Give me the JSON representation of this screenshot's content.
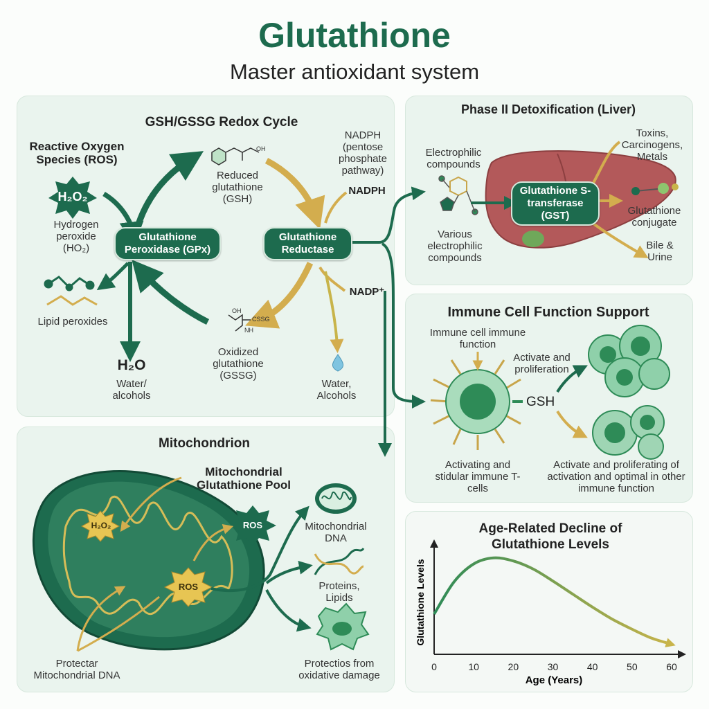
{
  "header": {
    "title": "Glutathione",
    "subtitle": "Master antioxidant system"
  },
  "redox": {
    "title": "GSH/GSSG Redox Cycle",
    "ros_title": "Reactive Oxygen Species (ROS)",
    "h2o2_badge": "H₂O₂",
    "hydrogen_peroxide": "Hydrogen peroxide (HO₂)",
    "lipid_peroxides": "Lipid peroxides",
    "gpx": "Glutathione Peroxidase (GPx)",
    "gsh": "Reduced glutathione (GSH)",
    "gssg": "Oxidized glutathione (GSSG)",
    "gr": "Glutathione Reductase",
    "nadph_note": "NADPH (pentose phosphate pathway)",
    "nadph": "NADPH",
    "nadp": "NADP⁺",
    "h2o": "H₂O",
    "water_alcohols_left": "Water/ alcohols",
    "water_alcohols_right": "Water, Alcohols",
    "gssg_struct_label": "CSSG",
    "gssg_oh": "OH",
    "gssg_nh": "NH",
    "gsh_oh": "OH"
  },
  "detox": {
    "title": "Phase II Detoxification (Liver)",
    "electrophilic": "Electrophilic compounds",
    "various": "Various electrophilic compounds",
    "gst": "Glutathione S-transferase (GST)",
    "toxins": "Toxins, Carcinogens, Metals",
    "conjugate": "Glutathione conjugate",
    "bile": "Bile & Urine"
  },
  "immune": {
    "title": "Immune Cell Function Support",
    "immune_cell": "Immune cell immune function",
    "activate": "Activate and proliferation",
    "gsh": "GSH",
    "activating": "Activating and stidular immune T-cells",
    "activate_prolif": "Activate and proliferating of activation and optimal in other immune function"
  },
  "mito": {
    "title": "Mitochondrion",
    "pool": "Mitochondrial Glutathione Pool",
    "h2o2": "H₂O₂",
    "ros_inner": "ROS",
    "ros_outer": "ROS",
    "mdna": "Mitochondrial DNA",
    "proteins": "Proteins, Lipids",
    "protects": "Protectios from oxidative damage",
    "protectar": "Protectar Mitochondrial DNA"
  },
  "age": {
    "title": "Age-Related Decline of Glutathione Levels"
  },
  "chart_data": {
    "type": "line",
    "title": "Age-Related Decline of Glutathione Levels",
    "xlabel": "Age (Years)",
    "ylabel": "Glutathione Levels",
    "xlim": [
      0,
      60
    ],
    "x_ticks": [
      0,
      10,
      20,
      30,
      40,
      50,
      60
    ],
    "series": [
      {
        "x": [
          0,
          5,
          10,
          15,
          20,
          25,
          30,
          35,
          40,
          45,
          50,
          55,
          60
        ],
        "y": [
          0.4,
          0.72,
          0.9,
          0.96,
          0.93,
          0.85,
          0.73,
          0.6,
          0.47,
          0.35,
          0.25,
          0.16,
          0.1
        ]
      }
    ],
    "grid": false,
    "colors": {
      "start": "#2e8b57",
      "end": "#c8b44a"
    }
  }
}
